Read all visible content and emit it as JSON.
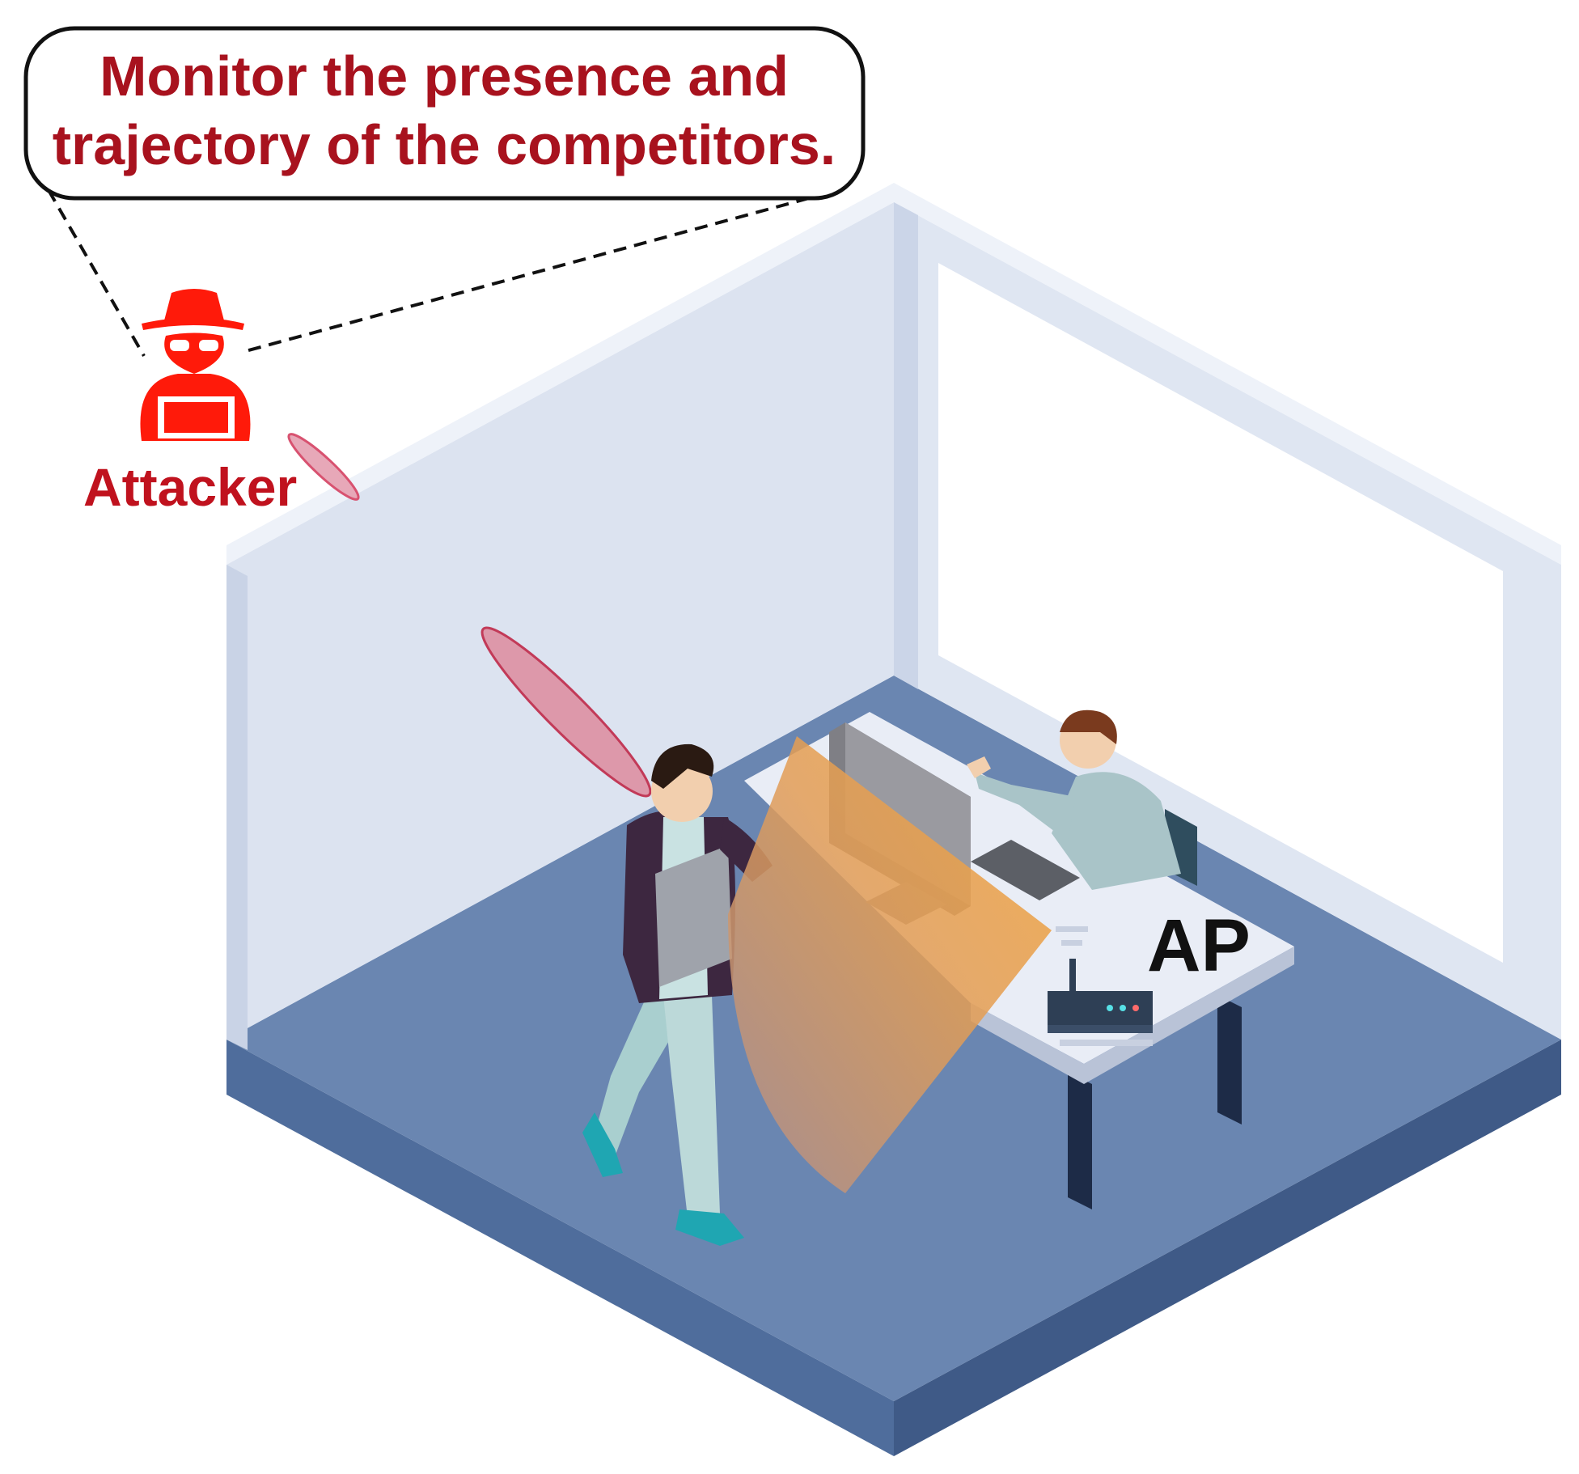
{
  "callout": {
    "line1": "Monitor the presence and",
    "line2": "trajectory of the competitors."
  },
  "attacker": {
    "label": "Attacker",
    "icon": "spy-hacker-icon",
    "color": "#ff1a0a"
  },
  "access_point": {
    "label": "AP",
    "icon": "wifi-router-icon"
  },
  "colors": {
    "floor": "#6a86b1",
    "wall": "#dde4f1",
    "signal": "#e3a0b0",
    "beam": "#f0a54a"
  }
}
